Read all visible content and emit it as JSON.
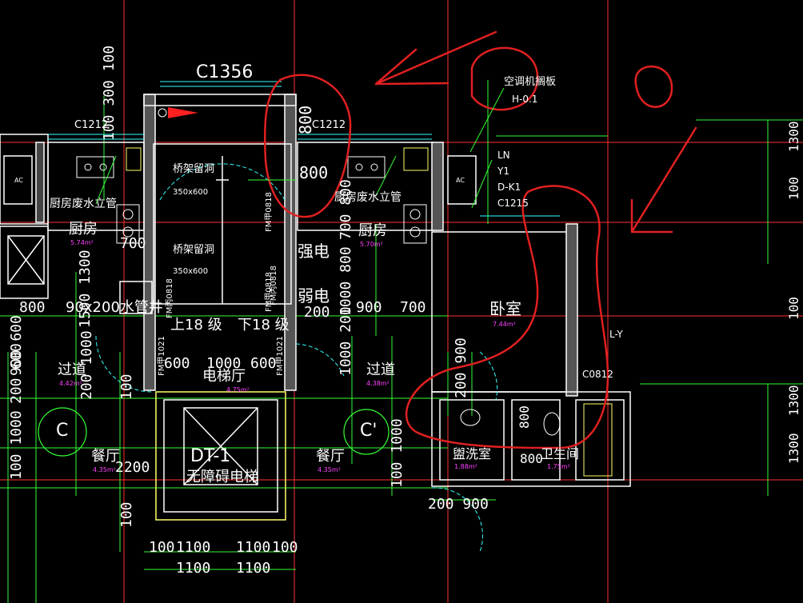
{
  "window": {
    "size_hint": "cad-drawing-view"
  },
  "labels": {
    "window_top": "C1356",
    "window_left": "C1212",
    "window_right": "C1212",
    "window_c1215": "C1215",
    "window_c0812": "C0812",
    "kitchen_left": "厨房",
    "kitchen_right": "厨房",
    "kitchen_area_left": "5.74m²",
    "kitchen_area_right": "5.70m²",
    "stack_left": "厨房废水立管",
    "stack_right": "厨房废水立管",
    "tray_hole_1": "桥架留洞",
    "tray_hole_1_size": "350x600",
    "tray_hole_2": "桥架留洞",
    "tray_hole_2_size": "350x600",
    "strong_elec": "强电",
    "weak_elec": "弱电",
    "pipe_well": "90x200水管井",
    "up18": "上18 级",
    "down18": "下18 级",
    "elevator_hall": "电梯厅",
    "elevator_hall_area": "4.75m²",
    "elevator_name": "DT-1",
    "elevator_desc": "无障碍电梯",
    "corridor_left": "过道",
    "corridor_right": "过道",
    "corridor_area_left": "4.42m²",
    "corridor_area_right": "4.38m²",
    "dining_left": "餐厅",
    "dining_right": "餐厅",
    "dining_area_left": "4.35m²",
    "dining_area_right": "4.35m²",
    "bedroom": "卧室",
    "bedroom_area": "7.44m²",
    "washroom": "盥洗室",
    "washroom_area": "1.88m²",
    "wc": "卫生间",
    "wc_area": "1.75m²",
    "ac_panel": "空调机搁板",
    "ac_h": "H-0.1",
    "tag_ln": "LN",
    "tag_y1": "Y1",
    "tag_dk1": "D-K1",
    "tag_ly": "L-Y",
    "fm_1": "FM甲0818",
    "fm_2": "FM甲0818",
    "fm_3": "FM丙0818",
    "fm_4": "FM丙0818",
    "fm_5": "FM甲1021",
    "fm_6": "FM甲1021",
    "axis_c": "C",
    "axis_c2": "C'",
    "ac_box": "AC"
  },
  "dims": {
    "d800_a": "800",
    "d800_b": "800",
    "d800_left": "800",
    "d700_a": "700",
    "d700_b": "700",
    "d700_c": "700",
    "d900_a": "900",
    "d200_a": "200",
    "d600_a": "600",
    "d1000_a": "1000",
    "d600_b": "600",
    "d100_1": "100",
    "d1100_1": "1100",
    "d1100_2": "1100",
    "d100_2": "100",
    "d1100_3": "1100",
    "d1100_4": "1100",
    "d200_900": "200 900",
    "d800_wc": "800",
    "d800_wc2": "800",
    "d2200": "2200",
    "v_100_300_100": "100 300 100",
    "v_1500_1300": "1500 1300",
    "v_700_800": "700 800",
    "v_1000_800": "1000 800",
    "v_200_100": "200 1000",
    "v_1000_200": "1000 200",
    "v_100_1000": "100 1000",
    "v_100_1000b": "100 1000",
    "v_200_600": "200 600",
    "v_200_90": "200 900",
    "v_900_600": "900 600",
    "v_100": "100",
    "v_100b": "100",
    "v_edge": "1300",
    "v_edge2": "100",
    "v_edge3": "1300",
    "v_edge4": "100",
    "v_edge5": "1300"
  },
  "annotations": {
    "markup_1": "1",
    "markup_2": "2",
    "markup_color": "#e02020"
  },
  "colors": {
    "background": "#000000",
    "wall": "#ffffff",
    "dimension": "#33ff33",
    "text": "#ffffff",
    "yellow": "#ffff66",
    "cyan": "#33ffff",
    "magenta": "#ff44ff",
    "red": "#ff2020"
  }
}
